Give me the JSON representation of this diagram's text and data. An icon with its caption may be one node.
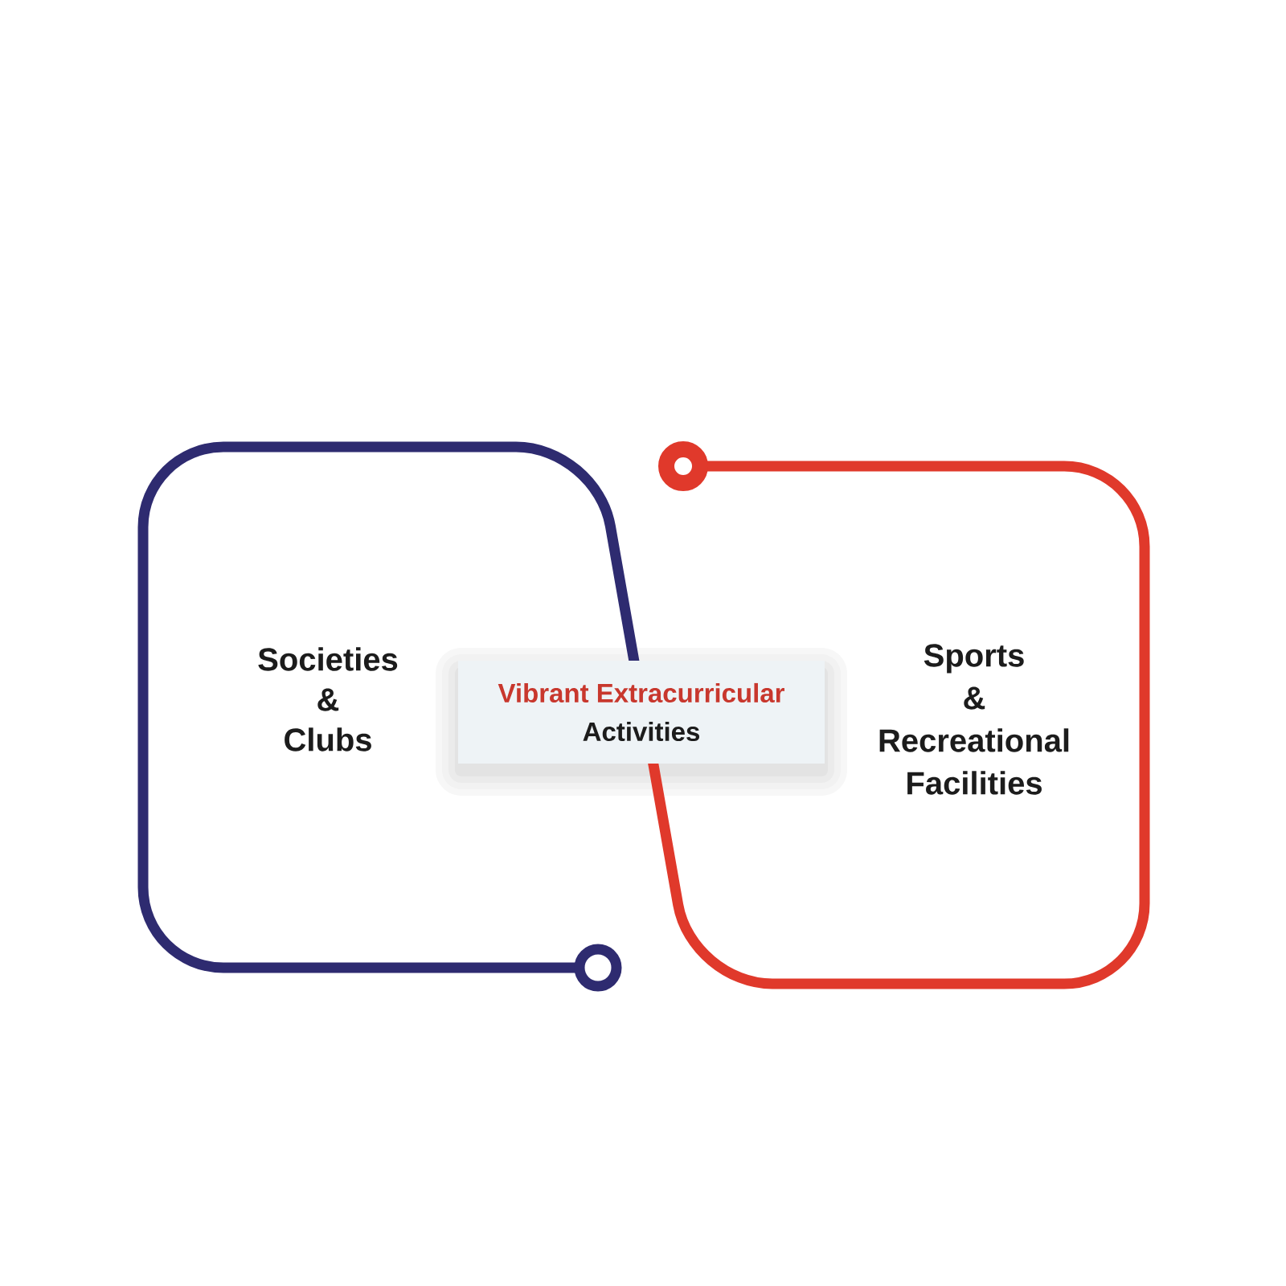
{
  "diagram": {
    "nodes": [
      {
        "text": [
          "Societies & Clubs"
        ]
      },
      {
        "text": [
          "Vibrant Extracurricular",
          "Activities"
        ]
      },
      {
        "text": [
          "Sports & Recreational Facilities"
        ]
      }
    ]
  }
}
